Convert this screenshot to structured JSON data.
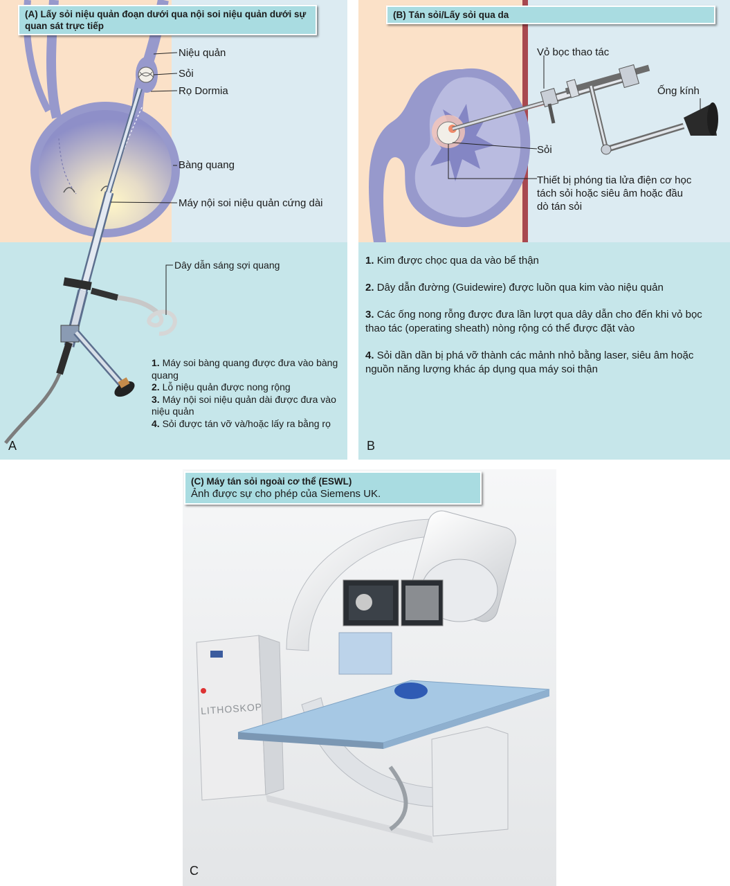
{
  "panel_a": {
    "title": "(A) Lấy sỏi niệu quản đoạn dưới qua nội soi niệu quản dưới sự quan sát trực tiếp",
    "labels": {
      "ureter": "Niệu quản",
      "stone": "Sỏi",
      "dormia": "Rọ Dormia",
      "bladder": "Bàng quang",
      "scope": "Máy nội soi niệu quản cứng dài",
      "fiber": "Dây dẫn sáng sợi quang"
    },
    "steps": [
      {
        "num": "1.",
        "text": "Máy soi bàng quang được đưa vào bàng quang"
      },
      {
        "num": "2.",
        "text": "Lỗ niệu quản được nong rộng"
      },
      {
        "num": "3.",
        "text": "Máy nội soi niệu quản dài được đưa vào niệu quản"
      },
      {
        "num": "4.",
        "text": "Sỏi được tán vỡ và/hoặc lấy ra bằng rọ"
      }
    ],
    "letter": "A"
  },
  "panel_b": {
    "title": "(B) Tán sỏi/Lấy sỏi qua da",
    "labels": {
      "sheath": "Vỏ bọc thao tác",
      "scope": "Ống kính",
      "stone": "Sỏi",
      "device": "Thiết bị phóng tia lửa điện cơ học tách sỏi hoặc siêu âm hoặc đầu dò tán sỏi"
    },
    "steps": [
      {
        "num": "1.",
        "text": "Kim được chọc qua da vào bể thận"
      },
      {
        "num": "2.",
        "text": "Dây dẫn đường (Guidewire) được luồn qua kim vào niệu quản"
      },
      {
        "num": "3.",
        "text": "Các ống nong rỗng được đưa lần lượt qua dây dẫn cho đến khi vỏ bọc thao tác (operating sheath) nòng rộng có thể được đặt vào"
      },
      {
        "num": "4.",
        "text": "Sỏi dần dần bị phá vỡ thành các mảnh nhỏ bằng laser, siêu âm hoặc nguồn năng lượng khác áp dụng qua máy soi thận"
      }
    ],
    "letter": "B"
  },
  "panel_c": {
    "title": "(C) Máy tán sỏi ngoài cơ thể (ESWL)",
    "credit": "Ảnh được sự cho phép của Siemens UK.",
    "brand": "LITHOSKOP",
    "letter": "C"
  },
  "colors": {
    "skin": "#fbe1c8",
    "light_blue": "#dcebf2",
    "teal_box": "#c6e6ea",
    "title_box": "#a9dce1",
    "organ_purple": "#9799cc",
    "body_wall": "#a8484f",
    "table_blue": "#a6c8e4"
  }
}
